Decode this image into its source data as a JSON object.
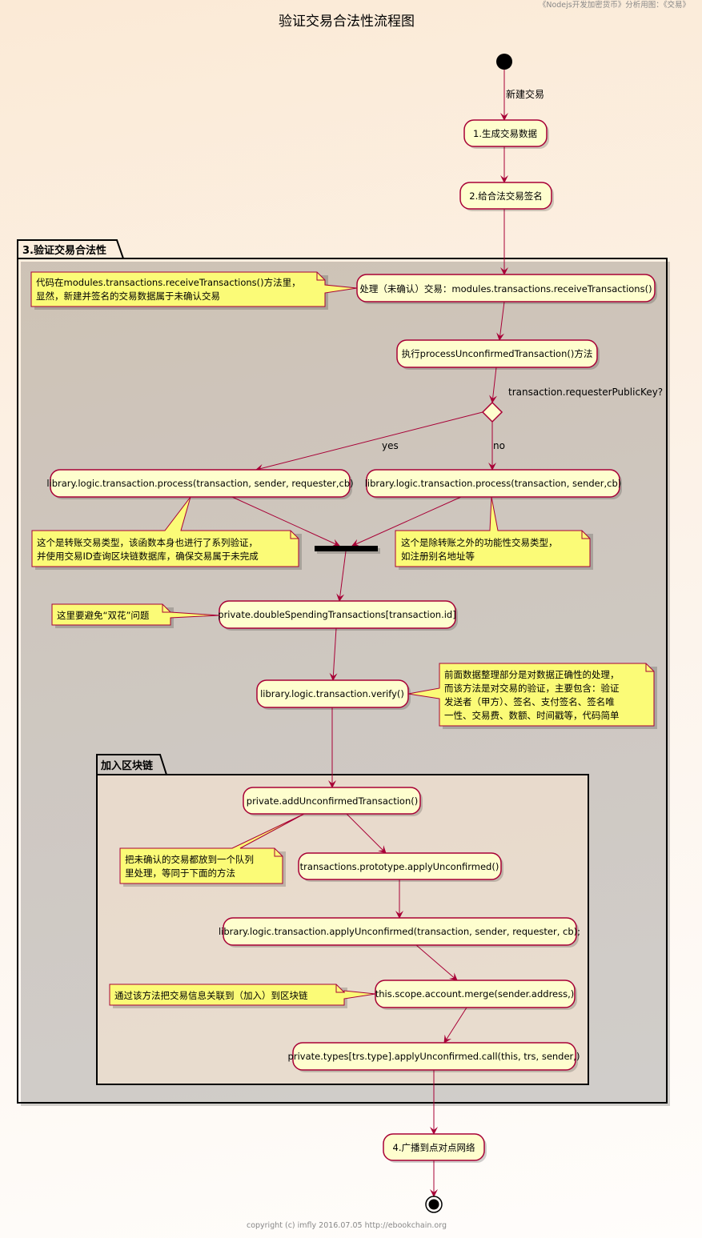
{
  "header": "《Nodejs开发加密货币》分析用图：《交易》",
  "title": "验证交易合法性流程图",
  "footer": "copyright (c) imfly 2016.07.05 http://ebookchain.org",
  "edges": {
    "new_tx": "新建交易",
    "yes": "yes",
    "no": "no"
  },
  "decision": "transaction.requesterPublicKey?",
  "packages": {
    "validate": "3.验证交易合法性",
    "chain": "加入区块链"
  },
  "nodes": {
    "gen": "1.生成交易数据",
    "sign": "2.给合法交易签名",
    "receive": "处理（未确认）交易：modules.transactions.receiveTransactions()",
    "process_unconfirmed": "执行processUnconfirmedTransaction()方法",
    "process_yes": "library.logic.transaction.process(transaction, sender, requester,cb)",
    "process_no": "library.logic.transaction.process(transaction, sender,cb)",
    "double_spending": "private.doubleSpendingTransactions[transaction.id]",
    "verify": "library.logic.transaction.verify()",
    "add_unconfirmed": "private.addUnconfirmedTransaction()",
    "apply_proto": "transactions.prototype.applyUnconfirmed()",
    "apply_logic": "library.logic.transaction.applyUnconfirmed(transaction, sender, requester, cb);",
    "merge": "this.scope.account.merge(sender.address,)",
    "types_apply": "private.types[trs.type].applyUnconfirmed.call(this, trs, sender,)",
    "broadcast": "4.广播到点对点网络"
  },
  "notes": {
    "receive": [
      "代码在modules.transactions.receiveTransactions()方法里，",
      "显然，新建并签名的交易数据属于未确认交易"
    ],
    "process_yes": [
      "这个是转账交易类型，该函数本身也进行了系列验证，",
      "并使用交易ID查询区块链数据库，确保交易属于未完成"
    ],
    "process_no": [
      "这个是除转账之外的功能性交易类型，",
      "如注册别名地址等"
    ],
    "double_spending": [
      "这里要避免“双花”问题"
    ],
    "verify": [
      "前面数据整理部分是对数据正确性的处理，",
      "而该方法是对交易的验证，主要包含：验证",
      "发送者（甲方）、签名、支付签名、签名唯",
      "一性、交易费、数额、时间戳等，代码简单"
    ],
    "add_unconfirmed": [
      "把未确认的交易都放到一个队列",
      "里处理，等同于下面的方法"
    ],
    "merge": [
      "通过该方法把交易信息关联到（加入）到区块链"
    ]
  },
  "colors": {
    "edge": "#A80036",
    "node": "#FEFECE",
    "note": "#FBFB77"
  }
}
